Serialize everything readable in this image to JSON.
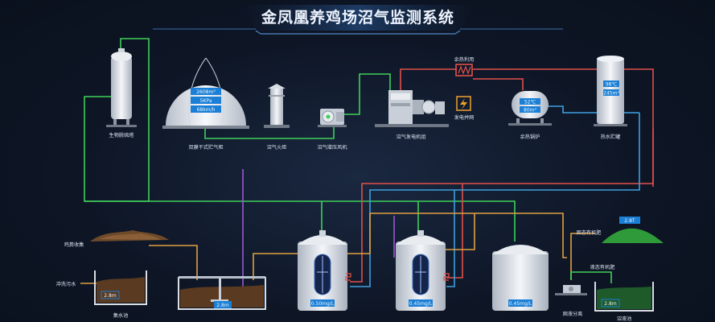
{
  "title": "金凤凰养鸡场沼气监测系统",
  "labels": {
    "bio_desulfur": "生物脱硫塔",
    "gas_holder": "双膜干式贮气柜",
    "torch": "沼气火炬",
    "booster_fan": "沼气增压风机",
    "generator": "沼气发电机组",
    "grid": "发电并网",
    "heat_util": "余热利用",
    "waste_boiler": "余热锅炉",
    "hot_water_tank": "热水贮罐",
    "chicken_manure": "鸡粪收集",
    "flush_water": "冲洗污水",
    "collect_pool": "集水池",
    "solid_fertilizer": "固态有机肥",
    "liquid_fertilizer": "液态有机肥",
    "separation": "固液分离",
    "biogas_pool": "沼液池"
  },
  "values": {
    "holder_volume": "2608m³",
    "holder_pressure": "5KPa",
    "holder_flow": "68km/h",
    "boiler_temp": "52℃",
    "boiler_level": "80m³",
    "tank_temp": "98℃",
    "tank_volume": "245m³",
    "collect_level": "2.8m",
    "mix_level": "2.8m",
    "digester1_h2s": "0.50mg/L",
    "digester2_h2s": "0.45mg/L",
    "digester3_h2s": "0.45mg/L",
    "solid_value": "2.8T",
    "liquid_level": "2.8m"
  },
  "colors": {
    "background": "#0e1626",
    "gas_line": "#3fd05a",
    "hot_line": "#e0504a",
    "cold_line": "#3f9fe0",
    "manure_line": "#e0a040",
    "purple_line": "#9b59d0",
    "readout_box": "#1b7fd6"
  }
}
